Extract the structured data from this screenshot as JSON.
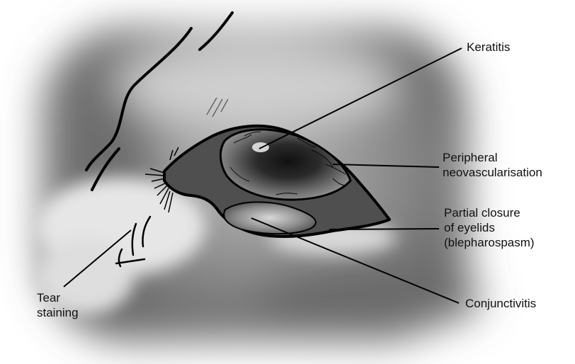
{
  "labels": {
    "keratitis": "Keratitis",
    "neovascularisation": [
      "Peripheral",
      "neovascularisation"
    ],
    "closure": [
      "Partial closure",
      "of eyelids",
      "(blepharospasm)"
    ],
    "conjunctivitis": "Conjunctivitis",
    "tear_staining": [
      "Tear",
      "staining"
    ]
  }
}
